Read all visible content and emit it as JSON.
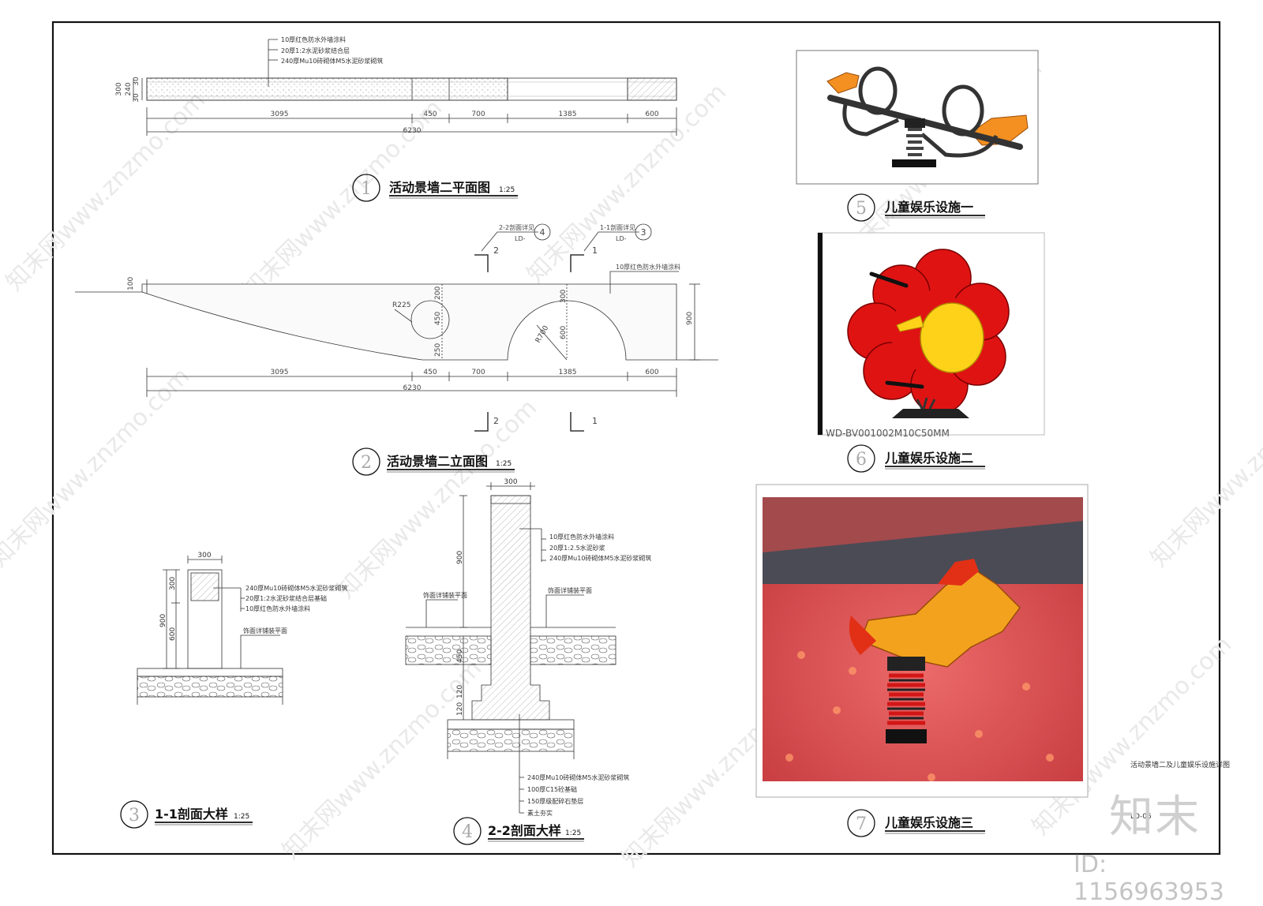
{
  "branding": {
    "logo_text": "知末",
    "id_text": "ID: 1156963953",
    "watermark": "知末网www.znzmo.com"
  },
  "sheet": {
    "name": "活动景墙二及儿童娱乐设施详图",
    "number": "LD-06"
  },
  "titles": {
    "t1": {
      "num": "1",
      "text": "活动景墙二平面图",
      "scale": "1:25"
    },
    "t2": {
      "num": "2",
      "text": "活动景墙二立面图",
      "scale": "1:25"
    },
    "t3": {
      "num": "3",
      "text": "1-1剖面大样",
      "scale": "1:25"
    },
    "t4": {
      "num": "4",
      "text": "2-2剖面大样",
      "scale": "1:25"
    },
    "t5": {
      "num": "5",
      "text": "儿童娱乐设施一"
    },
    "t6": {
      "num": "6",
      "text": "儿童娱乐设施二"
    },
    "t7": {
      "num": "7",
      "text": "儿童娱乐设施三"
    }
  },
  "plan": {
    "notes": [
      "10厚红色防水外墙涂料",
      "20厚1:2水泥砂浆结合层",
      "240厚Mu10砖砌体M5水泥砂浆砌筑"
    ],
    "dims_bottom": [
      "3095",
      "450",
      "700",
      "1385",
      "600"
    ],
    "dim_total": "6230",
    "dims_left": [
      "300",
      "240",
      "30",
      "30"
    ]
  },
  "elevation": {
    "section_refs": [
      {
        "mark": "2",
        "text": "2-2剖面详见",
        "sheet": "LD-",
        "circle": "4"
      },
      {
        "mark": "1",
        "text": "1-1剖面详见",
        "sheet": "LD-",
        "circle": "3"
      }
    ],
    "finish_note": "10厚红色防水外墙涂料",
    "labels": {
      "r225": "R225",
      "r700": "R700",
      "left_h": "100",
      "right_h": "900"
    },
    "circle_dims": [
      "200",
      "450",
      "250"
    ],
    "arch_dims": [
      "300",
      "600"
    ],
    "dims_bottom": [
      "3095",
      "450",
      "700",
      "1385",
      "600"
    ],
    "dim_total": "6230"
  },
  "section1": {
    "top_dim": "300",
    "height_dims": [
      "300",
      "600",
      "900"
    ],
    "notes": [
      "240厚Mu10砖砌体M5水泥砂浆砌筑",
      "20厚1:2水泥砂浆结合层基础",
      "10厚红色防水外墙涂料"
    ],
    "paving_note": "饰面详铺装平面"
  },
  "section2": {
    "top_dim": "300",
    "height_dim": "900",
    "notes_top": [
      "10厚红色防水外墙涂料",
      "20厚1:2.5水泥砂浆",
      "240厚Mu10砖砌体M5水泥砂浆砌筑"
    ],
    "paving_left": "饰面详铺装平面",
    "paving_right": "饰面详铺装平面",
    "footing_dims": [
      "450",
      "120",
      "120"
    ],
    "notes_bottom": [
      "240厚Mu10砖砌体M5水泥砂浆砌筑",
      "100厚C15砼基础",
      "150厚级配碎石垫层",
      "素土夯实"
    ]
  },
  "photos": {
    "p6_caption": "WD-BV001002M10C50MM"
  }
}
